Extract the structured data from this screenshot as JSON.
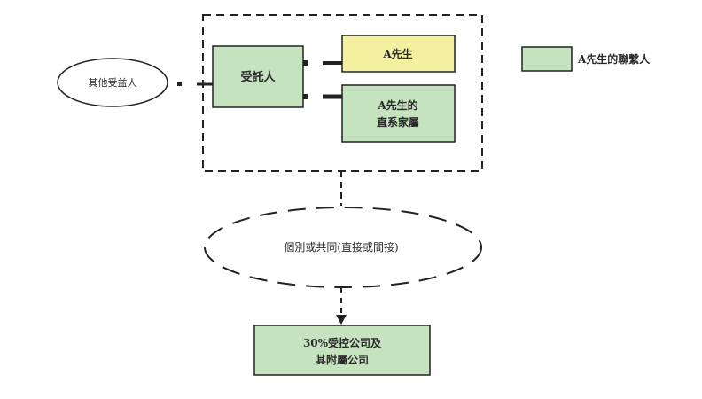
{
  "colors": {
    "green_fill": "#c6e3bf",
    "yellow_fill": "#f3f0a0",
    "stroke": "#222222"
  },
  "nodes": {
    "other_beneficiaries": {
      "label": "其他受益人",
      "shape": "ellipse"
    },
    "trustee": {
      "label": "受託人",
      "fill": "green"
    },
    "mr_a": {
      "label": "A先生",
      "fill": "yellow"
    },
    "mr_a_family": {
      "line1": "A先生的",
      "line2": "直系家屬",
      "fill": "green"
    },
    "individually_jointly": {
      "label": "個別或共同(直接或間接)",
      "shape": "dashed-ellipse"
    },
    "controlled_company": {
      "line1": "30%受控公司及",
      "line2": "其附屬公司",
      "fill": "green"
    }
  },
  "legend": {
    "items": [
      {
        "label": "A先生的聯繫人",
        "fill": "green"
      }
    ]
  },
  "groups": {
    "trust_group": {
      "style": "dashed-rectangle"
    }
  }
}
